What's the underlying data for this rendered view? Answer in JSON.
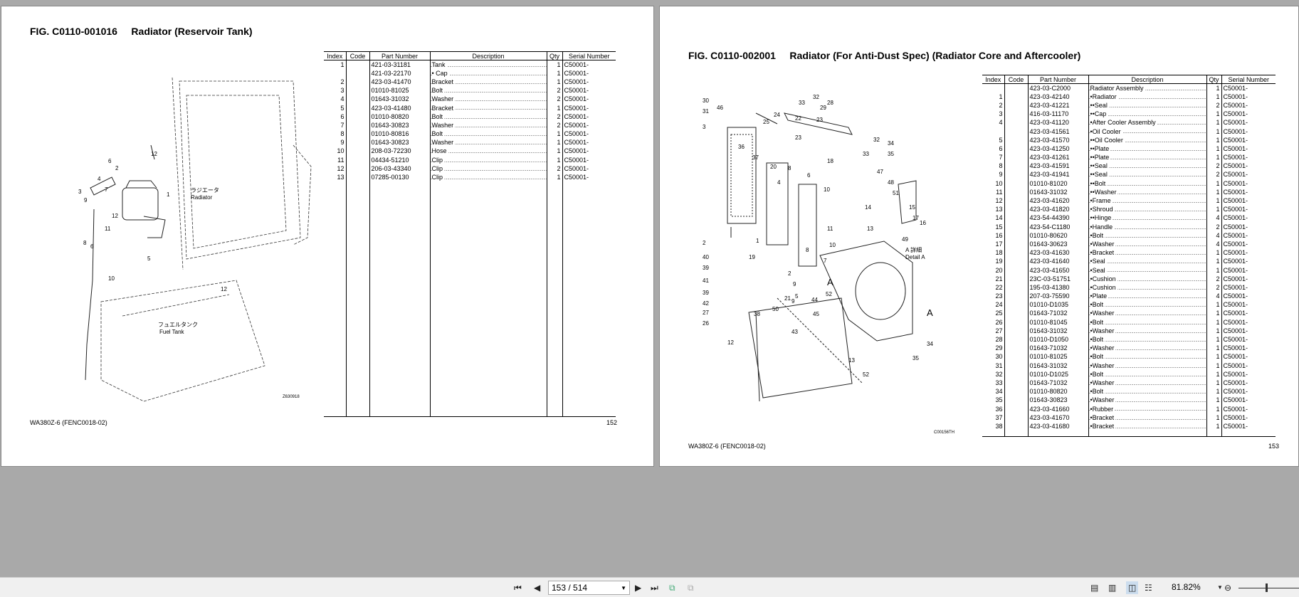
{
  "left_page": {
    "title": "FIG. C0110-001016     Radiator (Reservoir Tank)",
    "footer": "WA380Z-6 (FENC0018-02)",
    "page_number": "152",
    "headers": [
      "Index",
      "Code",
      "Part Number",
      "Description",
      "Qty",
      "Serial Number"
    ],
    "rows": [
      [
        "1",
        "",
        "421-03-31181",
        "Tank",
        "1",
        "C50001-"
      ],
      [
        "",
        "",
        "421-03-22170",
        "• Cap",
        "1",
        "C50001-"
      ],
      [
        "2",
        "",
        "423-03-41470",
        "Bracket",
        "1",
        "C50001-"
      ],
      [
        "3",
        "",
        "01010-81025",
        "Bolt",
        "2",
        "C50001-"
      ],
      [
        "4",
        "",
        "01643-31032",
        "Washer",
        "2",
        "C50001-"
      ],
      [
        "5",
        "",
        "423-03-41480",
        "Bracket",
        "1",
        "C50001-"
      ],
      [
        "6",
        "",
        "01010-80820",
        "Bolt",
        "2",
        "C50001-"
      ],
      [
        "7",
        "",
        "01643-30823",
        "Washer",
        "2",
        "C50001-"
      ],
      [
        "8",
        "",
        "01010-80816",
        "Bolt",
        "1",
        "C50001-"
      ],
      [
        "9",
        "",
        "01643-30823",
        "Washer",
        "1",
        "C50001-"
      ],
      [
        "10",
        "",
        "208-03-72230",
        "Hose",
        "1",
        "C50001-"
      ],
      [
        "11",
        "",
        "04434-51210",
        "Clip",
        "1",
        "C50001-"
      ],
      [
        "12",
        "",
        "206-03-43340",
        "Clip",
        "2",
        "C50001-"
      ],
      [
        "13",
        "",
        "07285-00130",
        "Clip",
        "1",
        "C50001-"
      ]
    ],
    "diagram": {
      "radiator_label": "ラジエータ",
      "radiator_label_en": "Radiator",
      "fuel_tank_label": "フュエルタンク",
      "fuel_tank_label_en": "Fuel Tank",
      "drawing_id": "Z630918",
      "callouts": [
        "12",
        "6",
        "2",
        "4",
        "7",
        "3",
        "1",
        "9",
        "12",
        "11",
        "8",
        "6",
        "5",
        "10",
        "12"
      ]
    }
  },
  "right_page": {
    "title": "FIG. C0110-002001     Radiator (For Anti-Dust Spec) (Radiator Core and Aftercooler)",
    "footer": "WA380Z-6 (FENC0018-02)",
    "page_number": "153",
    "headers": [
      "Index",
      "Code",
      "Part Number",
      "Description",
      "Qty",
      "Serial Number"
    ],
    "rows": [
      [
        "",
        "",
        "423-03-C2000",
        "Radiator Assembly",
        "1",
        "C50001-"
      ],
      [
        "1",
        "",
        "423-03-42140",
        "•Radiator",
        "1",
        "C50001-"
      ],
      [
        "2",
        "",
        "423-03-41221",
        "••Seal",
        "2",
        "C50001-"
      ],
      [
        "3",
        "",
        "416-03-11170",
        "••Cap",
        "1",
        "C50001-"
      ],
      [
        "4",
        "",
        "423-03-41120",
        "•After Cooler Assembly",
        "1",
        "C50001-"
      ],
      [
        "",
        "",
        "423-03-41561",
        "•Oil Cooler",
        "1",
        "C50001-"
      ],
      [
        "5",
        "",
        "423-03-41570",
        "••Oil Cooler",
        "1",
        "C50001-"
      ],
      [
        "6",
        "",
        "423-03-41250",
        "••Plate",
        "1",
        "C50001-"
      ],
      [
        "7",
        "",
        "423-03-41261",
        "••Plate",
        "1",
        "C50001-"
      ],
      [
        "8",
        "",
        "423-03-41591",
        "••Seal",
        "2",
        "C50001-"
      ],
      [
        "9",
        "",
        "423-03-41941",
        "••Seal",
        "2",
        "C50001-"
      ],
      [
        "10",
        "",
        "01010-81020",
        "••Bolt",
        "1",
        "C50001-"
      ],
      [
        "11",
        "",
        "01643-31032",
        "••Washer",
        "1",
        "C50001-"
      ],
      [
        "12",
        "",
        "423-03-41620",
        "•Frame",
        "1",
        "C50001-"
      ],
      [
        "13",
        "",
        "423-03-41820",
        "•Shroud",
        "1",
        "C50001-"
      ],
      [
        "14",
        "",
        "423-54-44390",
        "••Hinge",
        "4",
        "C50001-"
      ],
      [
        "15",
        "",
        "423-54-C1180",
        "•Handle",
        "2",
        "C50001-"
      ],
      [
        "16",
        "",
        "01010-80620",
        "•Bolt",
        "4",
        "C50001-"
      ],
      [
        "17",
        "",
        "01643-30623",
        "•Washer",
        "4",
        "C50001-"
      ],
      [
        "18",
        "",
        "423-03-41630",
        "•Bracket",
        "1",
        "C50001-"
      ],
      [
        "19",
        "",
        "423-03-41640",
        "•Seal",
        "1",
        "C50001-"
      ],
      [
        "20",
        "",
        "423-03-41650",
        "•Seal",
        "1",
        "C50001-"
      ],
      [
        "21",
        "",
        "23C-03-51751",
        "•Cushion",
        "2",
        "C50001-"
      ],
      [
        "22",
        "",
        "195-03-41380",
        "•Cushion",
        "2",
        "C50001-"
      ],
      [
        "23",
        "",
        "207-03-75590",
        "•Plate",
        "4",
        "C50001-"
      ],
      [
        "24",
        "",
        "01010-D1035",
        "•Bolt",
        "1",
        "C50001-"
      ],
      [
        "25",
        "",
        "01643-71032",
        "•Washer",
        "1",
        "C50001-"
      ],
      [
        "26",
        "",
        "01010-81045",
        "•Bolt",
        "1",
        "C50001-"
      ],
      [
        "27",
        "",
        "01643-31032",
        "•Washer",
        "1",
        "C50001-"
      ],
      [
        "28",
        "",
        "01010-D1050",
        "•Bolt",
        "1",
        "C50001-"
      ],
      [
        "29",
        "",
        "01643-71032",
        "•Washer",
        "1",
        "C50001-"
      ],
      [
        "30",
        "",
        "01010-81025",
        "•Bolt",
        "1",
        "C50001-"
      ],
      [
        "31",
        "",
        "01643-31032",
        "•Washer",
        "1",
        "C50001-"
      ],
      [
        "32",
        "",
        "01010-D1025",
        "•Bolt",
        "1",
        "C50001-"
      ],
      [
        "33",
        "",
        "01643-71032",
        "•Washer",
        "1",
        "C50001-"
      ],
      [
        "34",
        "",
        "01010-80820",
        "•Bolt",
        "1",
        "C50001-"
      ],
      [
        "35",
        "",
        "01643-30823",
        "•Washer",
        "1",
        "C50001-"
      ],
      [
        "36",
        "",
        "423-03-41660",
        "•Rubber",
        "1",
        "C50001-"
      ],
      [
        "37",
        "",
        "423-03-41670",
        "•Bracket",
        "1",
        "C50001-"
      ],
      [
        "38",
        "",
        "423-03-41680",
        "•Bracket",
        "1",
        "C50001-"
      ]
    ],
    "diagram": {
      "detail_label": "A 詳細",
      "detail_label_en": "Detail A",
      "arrow_label": "A",
      "drawing_id": "C00156TH",
      "callouts": [
        "30",
        "31",
        "46",
        "32",
        "33",
        "29",
        "28",
        "24",
        "25",
        "22",
        "23",
        "3",
        "36",
        "37",
        "20",
        "23",
        "18",
        "33",
        "32",
        "34",
        "35",
        "8",
        "6",
        "10",
        "4",
        "47",
        "48",
        "14",
        "51",
        "15",
        "17",
        "16",
        "49",
        "13",
        "2",
        "11",
        "10",
        "7",
        "8",
        "1",
        "40",
        "39",
        "41",
        "19",
        "2",
        "9",
        "21",
        "50",
        "52",
        "38",
        "39",
        "42",
        "27",
        "26",
        "9",
        "44",
        "45",
        "43",
        "12",
        "13",
        "52",
        "35",
        "34",
        "5"
      ]
    }
  },
  "toolbar": {
    "page_field": "153 / 514",
    "zoom": "81.82%",
    "first_icon": "first-page-icon",
    "prev_icon": "prev-page-icon",
    "next_icon": "next-page-icon",
    "last_icon": "last-page-icon"
  }
}
